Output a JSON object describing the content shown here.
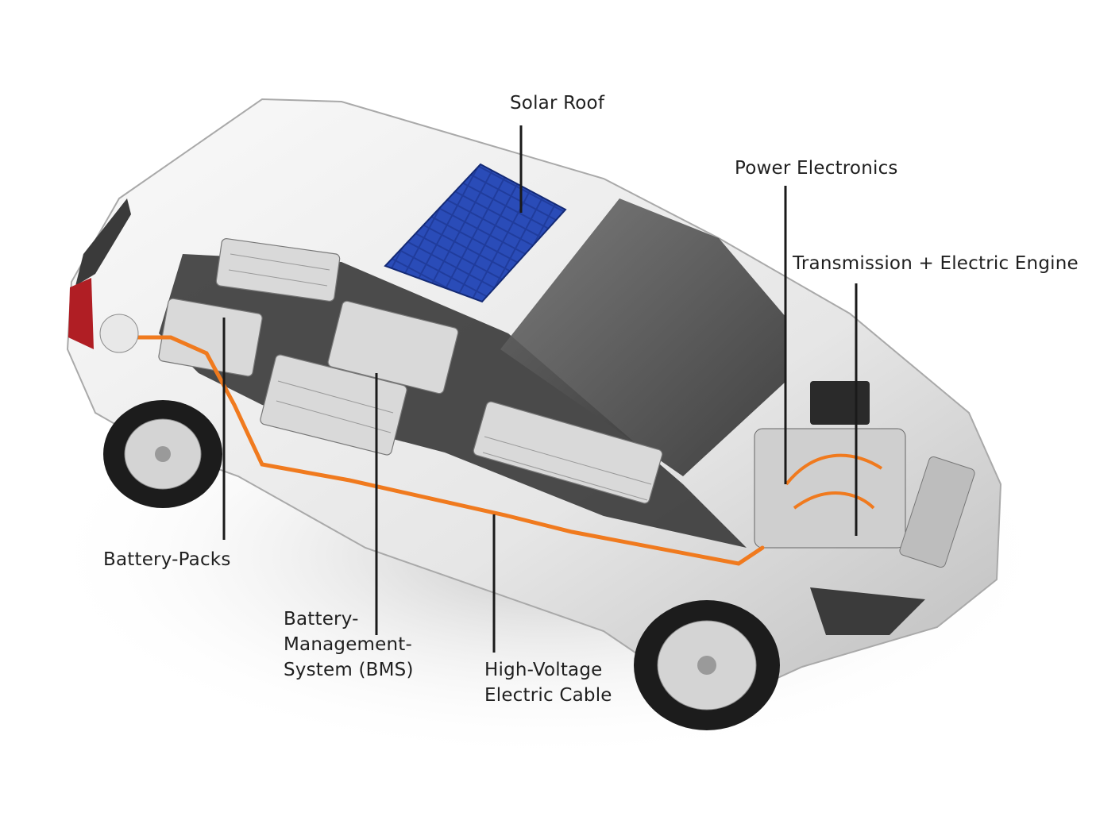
{
  "labels": {
    "solar_roof": "Solar Roof",
    "power_electronics": "Power Electronics",
    "transmission": "Transmission + Electric Engine",
    "battery_packs": "Battery-Packs",
    "bms": [
      "Battery-",
      "Management-",
      "System (BMS)"
    ],
    "cable": [
      "High-Voltage",
      "Electric Cable"
    ]
  },
  "colors": {
    "cable": "#f07a1e",
    "solar_panel": "#1f3b9e",
    "body": "#eeeeee",
    "glass": "#3d3d3d",
    "leader_line": "#1a1a1a",
    "tail_light": "#b01e24"
  }
}
